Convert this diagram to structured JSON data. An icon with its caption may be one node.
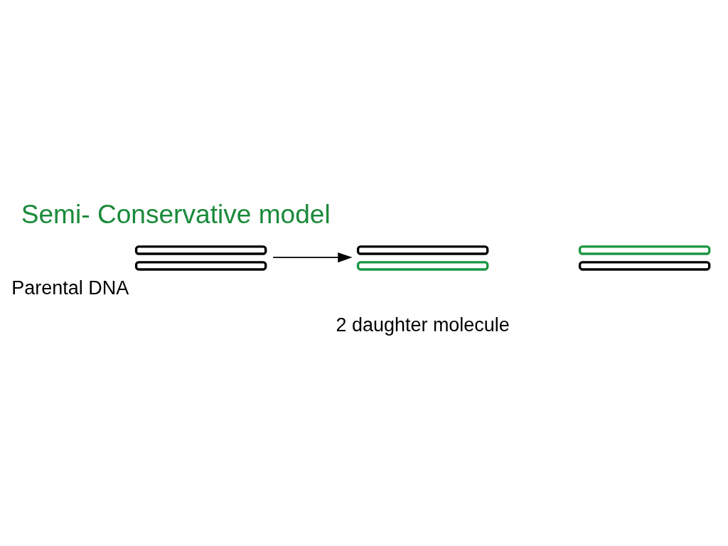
{
  "diagram": {
    "title": "Semi- Conservative model",
    "nodes": [
      {
        "text": [],
        "shape": "bar",
        "beside": [
          "Parental DNA"
        ]
      },
      {
        "text": [],
        "shape": "bar"
      },
      {
        "text": [],
        "shape": "bar"
      }
    ],
    "edges": [
      {
        "from": 0,
        "to": 1,
        "arrow": "to"
      }
    ],
    "labels": [
      "2 daughter molecule"
    ]
  }
}
